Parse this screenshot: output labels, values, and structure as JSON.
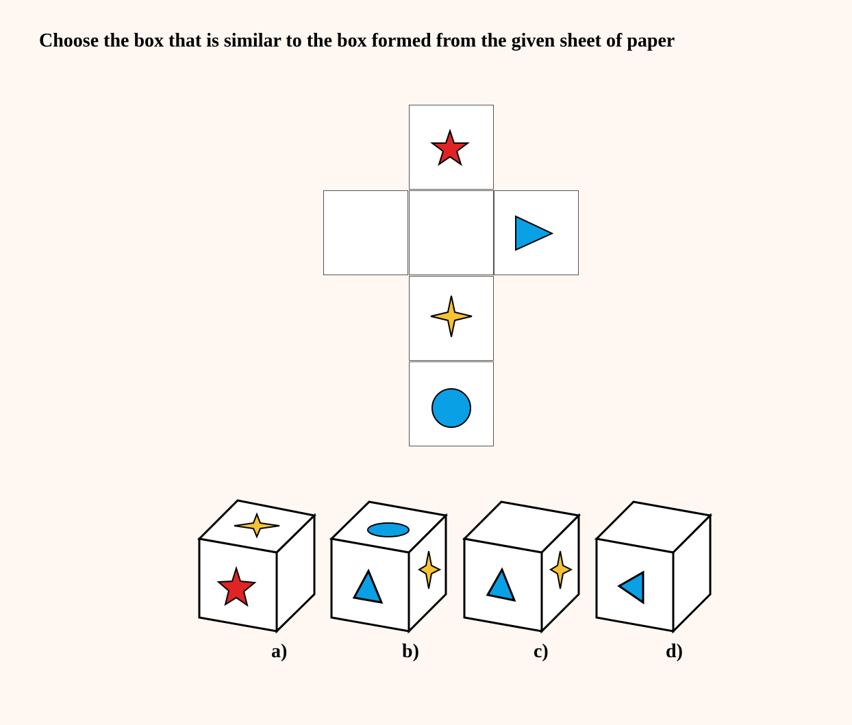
{
  "question": "Choose the box that is similar to the box formed from the given sheet of paper",
  "colors": {
    "red_star": "#e02424",
    "blue_shape": "#0aa0e6",
    "yellow_star": "#f7c234",
    "outline": "#000000",
    "face": "#ffffff",
    "background": "#fff7f2"
  },
  "net": {
    "faces": [
      {
        "name": "top",
        "icon": "red-star-icon"
      },
      {
        "name": "left",
        "icon": "blank"
      },
      {
        "name": "center",
        "icon": "blank"
      },
      {
        "name": "right",
        "icon": "blue-triangle-icon"
      },
      {
        "name": "lower",
        "icon": "yellow-four-point-star-icon"
      },
      {
        "name": "bottom",
        "icon": "blue-circle-icon"
      }
    ]
  },
  "options": [
    {
      "label": "a)",
      "top": "yellow-four-point-star-icon",
      "front": "red-star-icon",
      "side": "blank"
    },
    {
      "label": "b)",
      "top": "blue-circle-icon",
      "front": "blue-triangle-icon",
      "side": "yellow-four-point-star-icon"
    },
    {
      "label": "c)",
      "top": "blank",
      "front": "blue-triangle-icon",
      "side": "yellow-four-point-star-icon"
    },
    {
      "label": "d)",
      "top": "blank",
      "front": "blue-triangle-icon",
      "side": "blank"
    }
  ]
}
